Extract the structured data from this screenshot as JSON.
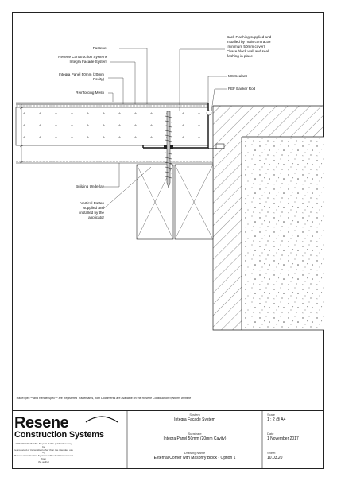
{
  "labels": {
    "fastener": "Fastener",
    "resene_system_1": "Resene Construction Systems",
    "resene_system_2": "Integra Facade System",
    "integra_panel_1": "Integra Panel 50mm (20mm",
    "integra_panel_2": "Cavity)",
    "reinforcing_mesh": "Reinforcing Mesh",
    "back_flashing_1": "Back Flashing supplied and",
    "back_flashing_2": "installed by main contractor",
    "back_flashing_3": "(minimum 50mm cover)",
    "back_flashing_4": "Chase block wall and seal",
    "back_flashing_5": "flashing in place",
    "ms_sealant": "MS Sealant",
    "pef_backer_rod": "PEF Backer Rod",
    "building_underlay": "Building Underlay",
    "vertical_batten_1": "Vertical Batten",
    "vertical_batten_2": "supplied and",
    "vertical_batten_3": "installed by the",
    "vertical_batten_4": "applicator"
  },
  "footer_note": "TradeSpec™ and RenderSpec™ are Registered Trademarks, both Documents are available on the Resene Construction Systems website",
  "brand": {
    "line1": "Resene",
    "line2": "Construction Systems",
    "confidentiality_1": "CONFIDENTIALITY: No part of this publication may be",
    "confidentiality_2": "reproduced or transmitted other than the intended use by",
    "confidentiality_3": "Resene Construction Systems without written consent from",
    "confidentiality_4": "the author"
  },
  "title_block": {
    "system_label": "System",
    "system_value": "Integra Facade System",
    "substrate_label": "Substrate",
    "substrate_value": "Integra Panel 50mm (20mm Cavity)",
    "drawing_name_label": "Drawing Name",
    "drawing_name_value": "External Corner with Masonry Block - Option 1",
    "scale_label": "Scale",
    "scale_value": "1 : 2 @ A4",
    "date_label": "Date",
    "date_value": "1 November 2017",
    "sheet_label": "Sheet",
    "sheet_value": "10.03.20"
  }
}
